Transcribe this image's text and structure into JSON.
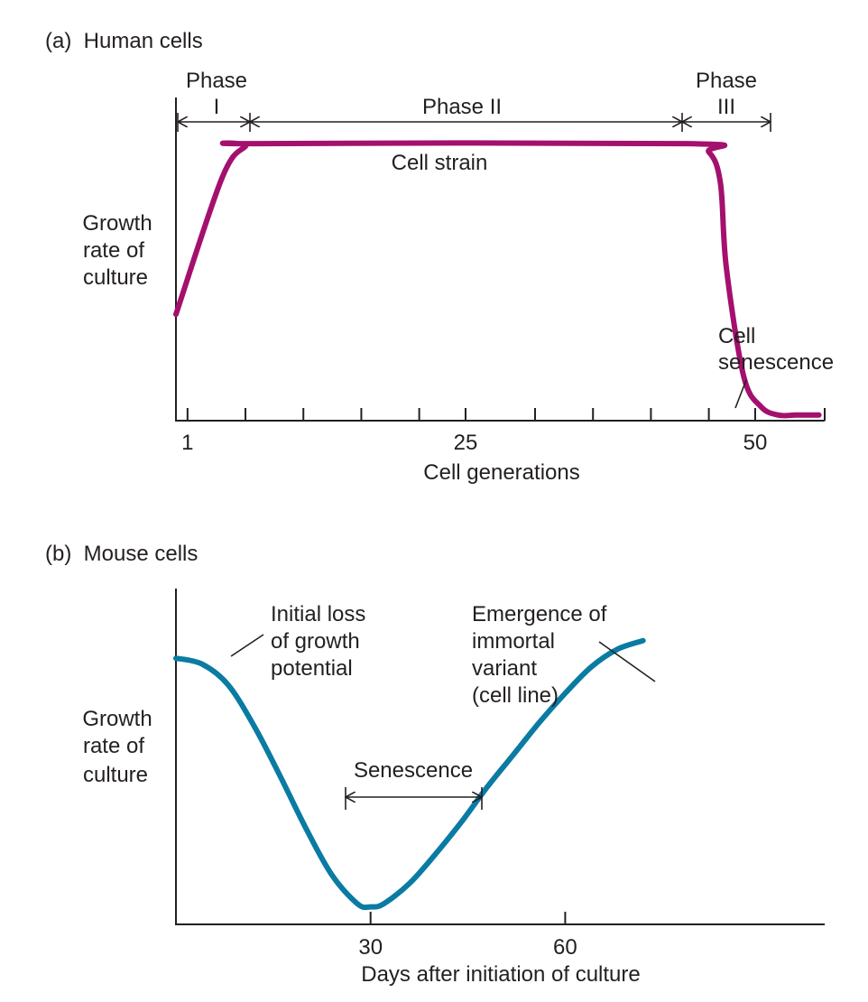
{
  "panel_a": {
    "title": "(a)  Human cells",
    "ylabel": [
      "Growth",
      "rate of",
      "culture"
    ],
    "xlabel": "Cell generations",
    "phase1": [
      "Phase",
      "I"
    ],
    "phase2": "Phase II",
    "phase3": [
      "Phase",
      "III"
    ],
    "curve_label": "Cell strain",
    "senescence_label": [
      "Cell",
      "senescence"
    ]
  },
  "panel_b": {
    "title": "(b)  Mouse cells",
    "ylabel": [
      "Growth",
      "rate of",
      "culture"
    ],
    "xlabel": "Days after initiation of culture",
    "annot_loss": [
      "Initial loss",
      "of growth",
      "potential"
    ],
    "annot_emergence": [
      "Emergence of",
      "immortal",
      "variant",
      "(cell line)"
    ],
    "annot_senescence": "Senescence"
  },
  "chart_data": [
    {
      "type": "line",
      "color": "#a4106e",
      "xlim": [
        0,
        56
      ],
      "ylim": [
        0,
        1
      ],
      "xticks": [
        1,
        6,
        11,
        16,
        21,
        25,
        31,
        36,
        41,
        46,
        50,
        56
      ],
      "xticklabels": [
        {
          "x": 1,
          "label": "1"
        },
        {
          "x": 25,
          "label": "25"
        },
        {
          "x": 50,
          "label": "50"
        }
      ],
      "series": [
        {
          "x": [
            0,
            4,
            6,
            7,
            44,
            46,
            47,
            47.5,
            49,
            50.5,
            52,
            53.5,
            55.5
          ],
          "y": [
            0.38,
            0.87,
            0.98,
            0.99,
            0.99,
            0.96,
            0.85,
            0.55,
            0.16,
            0.05,
            0.02,
            0.02,
            0.02
          ]
        }
      ]
    },
    {
      "type": "line",
      "color": "#0a7ba3",
      "xlim": [
        0,
        100
      ],
      "ylim": [
        0,
        1
      ],
      "xticks": [
        30,
        60
      ],
      "xticklabels": [
        {
          "x": 30,
          "label": "30"
        },
        {
          "x": 60,
          "label": "60"
        }
      ],
      "series": [
        {
          "x": [
            0,
            4,
            8,
            12,
            16,
            20,
            24,
            28,
            30,
            32,
            36,
            40,
            44,
            48,
            52,
            56,
            60,
            64,
            68,
            72
          ],
          "y": [
            0.91,
            0.89,
            0.82,
            0.68,
            0.51,
            0.33,
            0.17,
            0.07,
            0.06,
            0.07,
            0.14,
            0.24,
            0.35,
            0.47,
            0.58,
            0.69,
            0.79,
            0.88,
            0.94,
            0.97
          ]
        }
      ]
    }
  ]
}
